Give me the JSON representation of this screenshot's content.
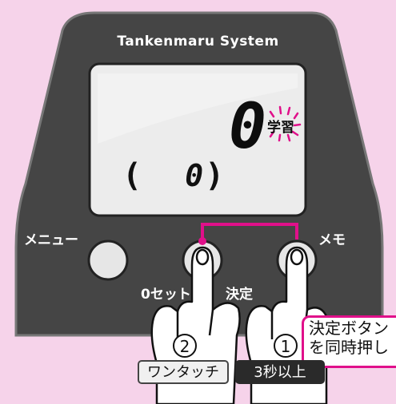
{
  "device": {
    "brand": "Tankenmaru System",
    "display": {
      "main_digit": "0",
      "learn_label": "学習",
      "count_open": "(",
      "count_digit": "0",
      "count_close": ")"
    },
    "buttons": {
      "menu_label": "メニュー",
      "memo_label": "メモ",
      "zero_set_label": "0セット",
      "confirm_label": "決定"
    }
  },
  "steps": {
    "step1_num": "1",
    "step2_num": "2"
  },
  "callout": {
    "line1": "決定ボタン",
    "line2": "を同時押し"
  },
  "tags": {
    "one_touch": "ワンタッチ",
    "three_sec": "3秒以上"
  },
  "colors": {
    "background": "#f6d3ea",
    "body": "#454545",
    "lcd": "#ececec",
    "accent": "#e0108a"
  }
}
